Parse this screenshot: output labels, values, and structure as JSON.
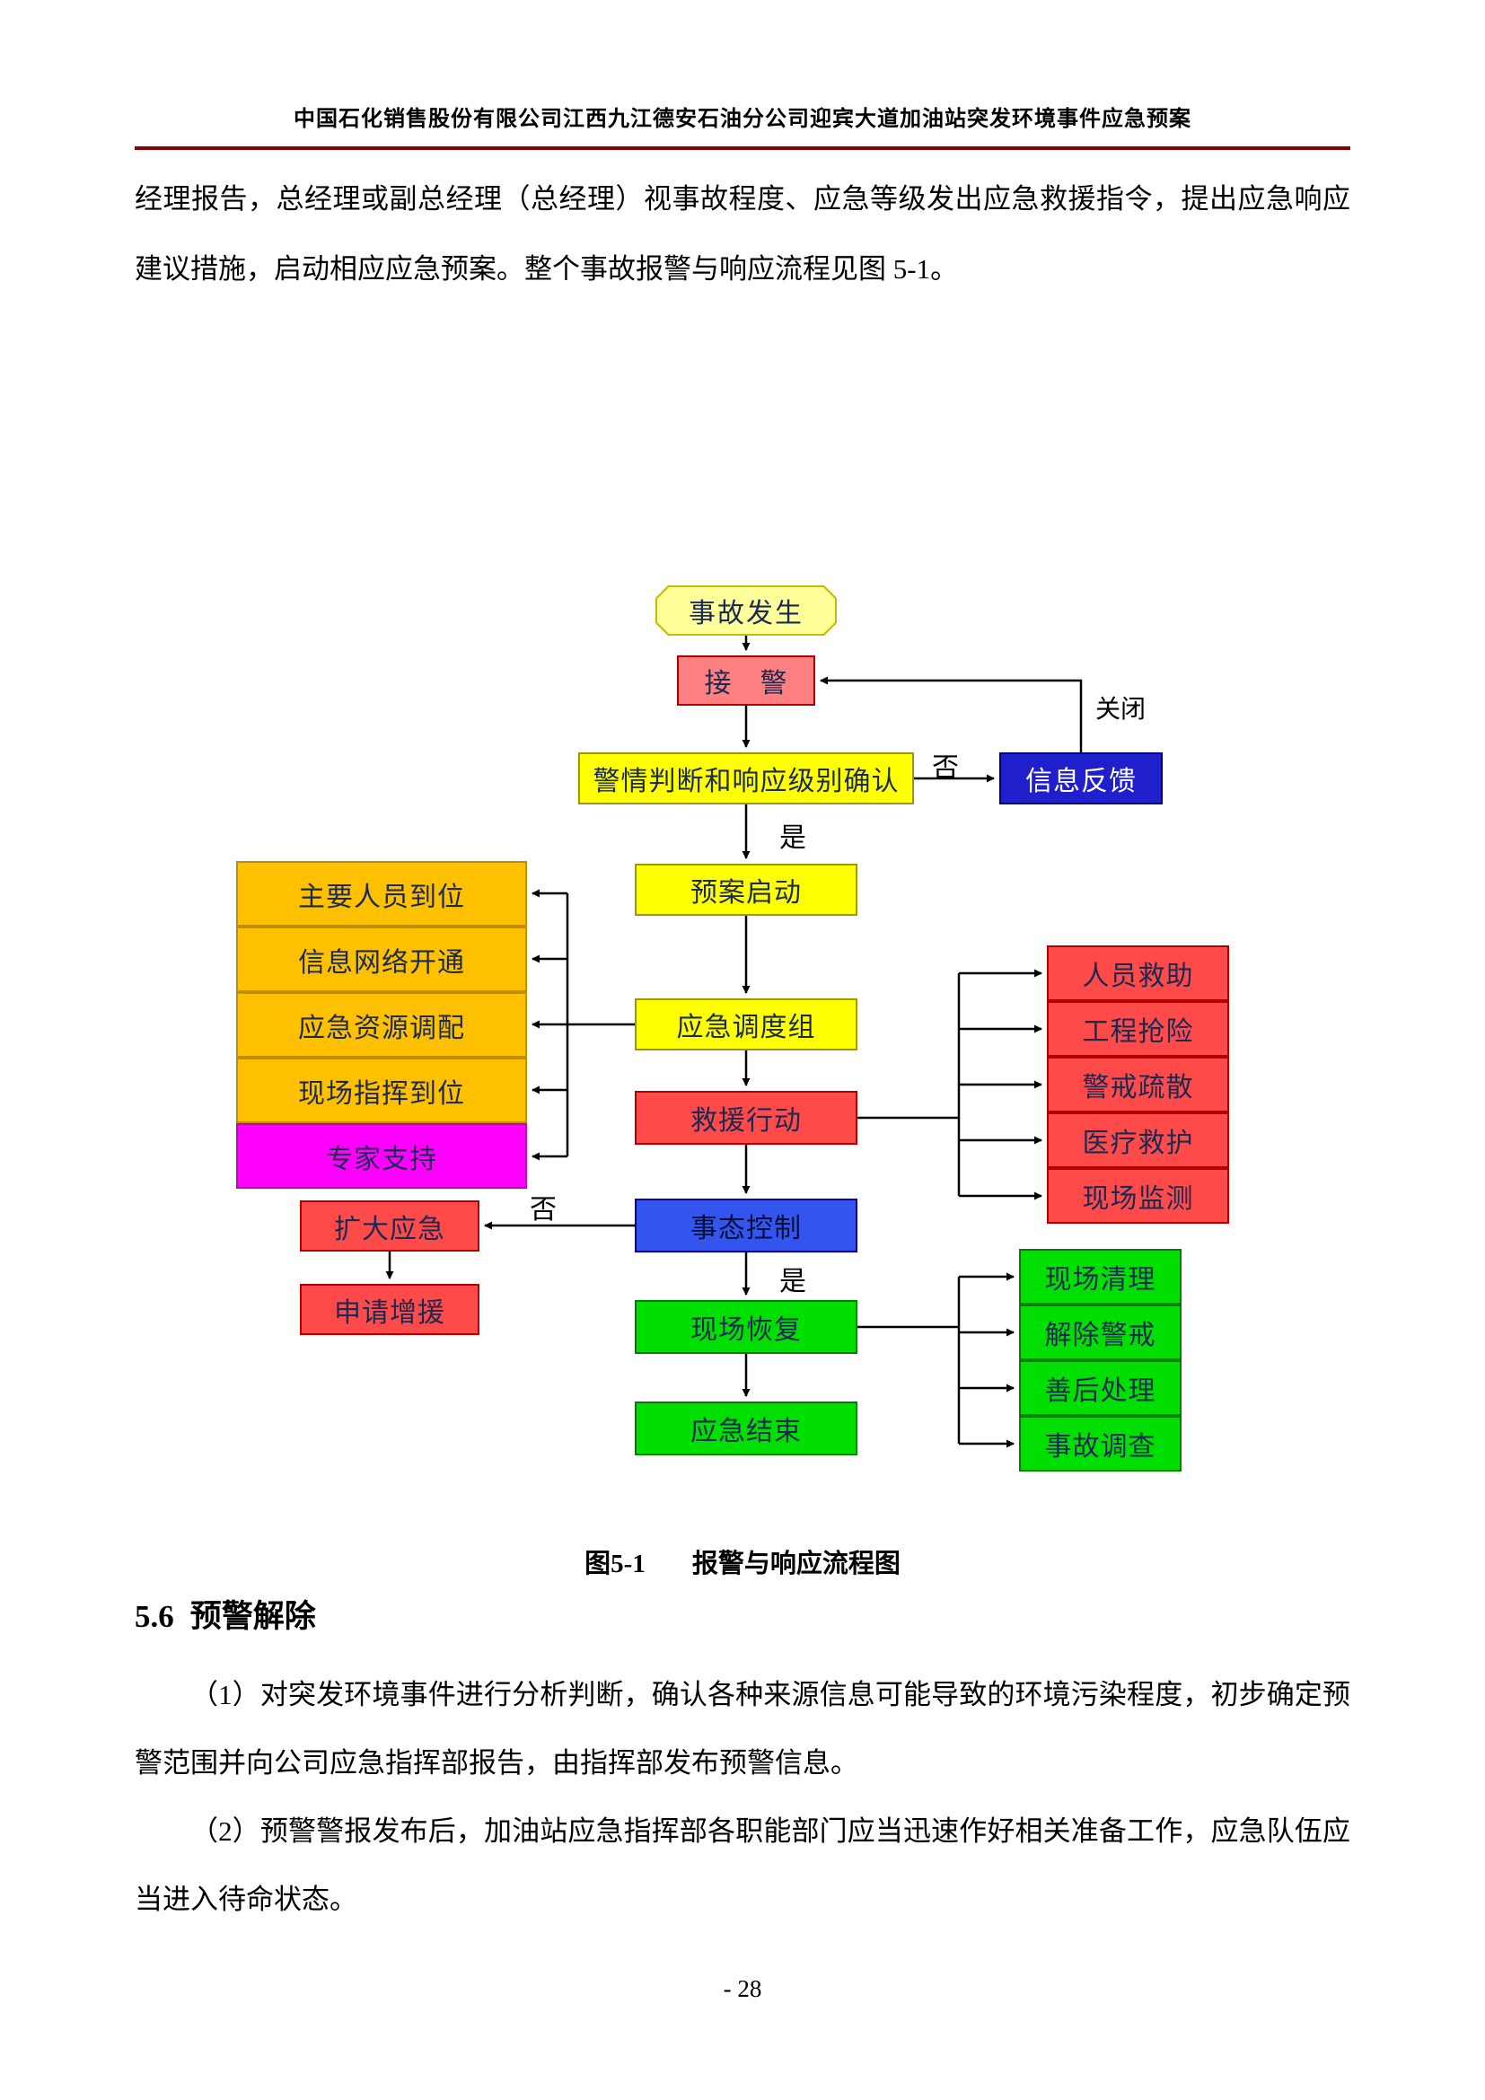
{
  "page": {
    "number": "- 28"
  },
  "header": {
    "title": "中国石化销售股份有限公司江西九江德安石油分公司迎宾大道加油站突发环境事件应急预案"
  },
  "intro": {
    "text": "经理报告，总经理或副总经理（总经理）视事故程度、应急等级发出应急救援指令，提出应急响应建议措施，启动相应应急预案。整个事故报警与响应流程见图 5-1。"
  },
  "flowchart": {
    "nodes": {
      "start": "事故发生",
      "alarm": "接　警",
      "judge": "警情判断和响应级别确认",
      "feedback": "信息反馈",
      "plan_start": "预案启动",
      "dispatch": "应急调度组",
      "rescue": "救援行动",
      "control": "事态控制",
      "expand": "扩大应急",
      "reinforce": "申请增援",
      "recover": "现场恢复",
      "finish": "应急结束",
      "left_stack": [
        "主要人员到位",
        "信息网络开通",
        "应急资源调配",
        "现场指挥到位",
        "专家支持"
      ],
      "right_stack": [
        "人员救助",
        "工程抢险",
        "警戒疏散",
        "医疗救护",
        "现场监测"
      ],
      "green_stack": [
        "现场清理",
        "解除警戒",
        "善后处理",
        "事故调查"
      ]
    },
    "labels": {
      "no_judge": "否",
      "yes_judge": "是",
      "close": "关闭",
      "no_control": "否",
      "yes_control": "是"
    },
    "caption": {
      "label": "图5-1",
      "title": "报警与响应流程图"
    }
  },
  "section": {
    "number": "5.6",
    "title": "预警解除",
    "para1": "（1）对突发环境事件进行分析判断，确认各种来源信息可能导致的环境污染程度，初步确定预警范围并向公司应急指挥部报告，由指挥部发布预警信息。",
    "para2": "（2）预警警报发布后，加油站应急指挥部各职能部门应当迅速作好相关准备工作，应急队伍应当进入待命状态。"
  },
  "colors": {
    "header_rule": "#8B0000",
    "yellow": "#FFFF00",
    "pale_yellow": "#FFFF99",
    "orange": "#FFC000",
    "red": "#FF4A4A",
    "alarm_red": "#FF8080",
    "magenta": "#FF00FF",
    "blue_dark": "#1F1FCC",
    "blue": "#3355EE",
    "green": "#00DF00"
  }
}
